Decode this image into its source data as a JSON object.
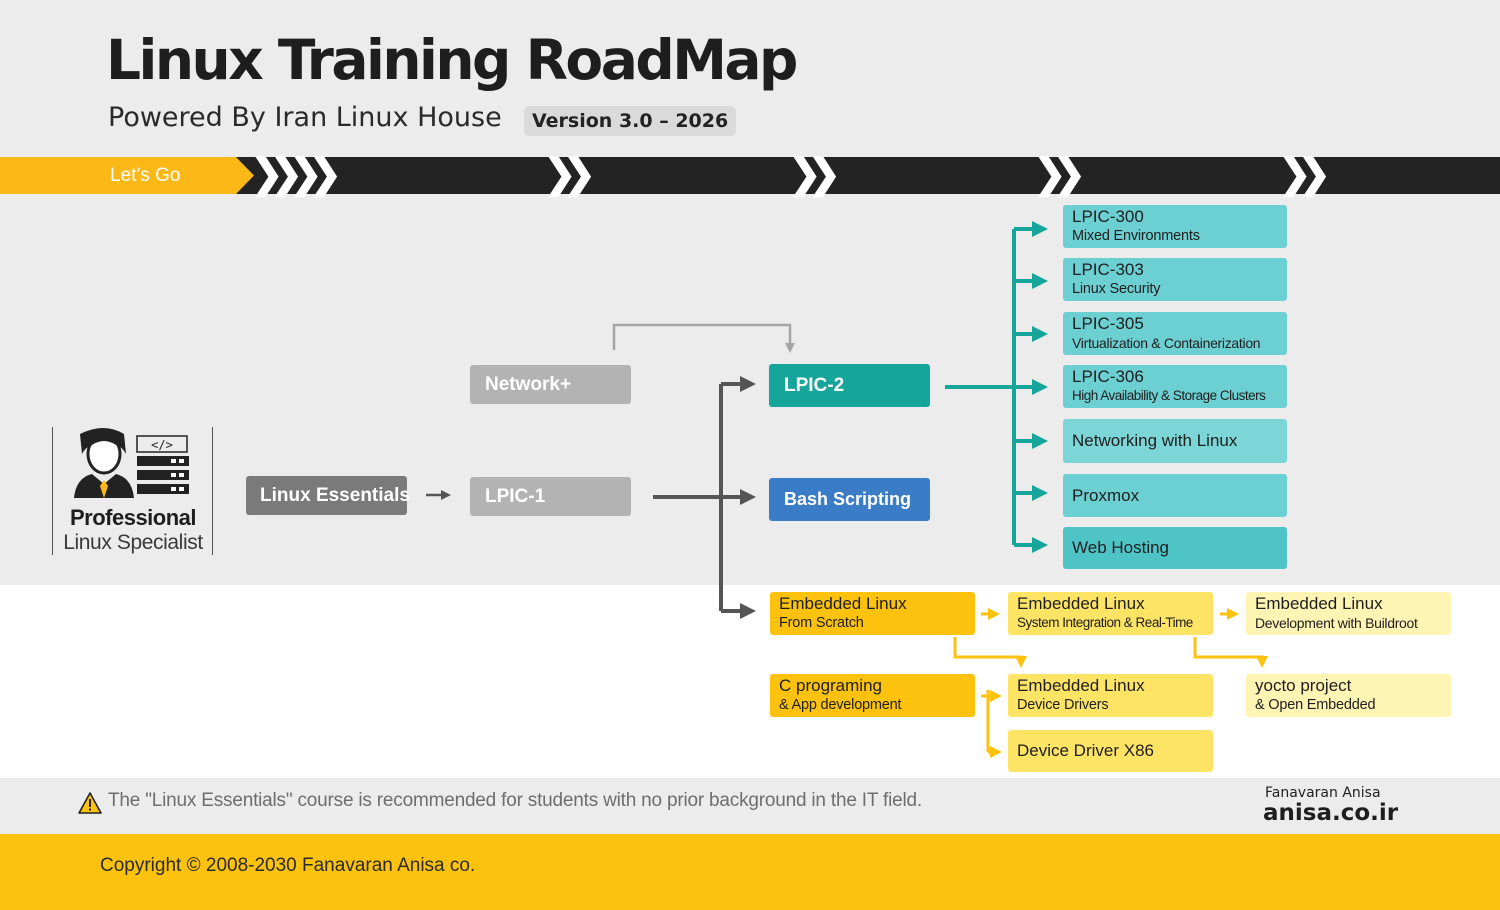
{
  "header": {
    "title": "Linux Training RoadMap",
    "subtitle": "Powered By Iran Linux House",
    "version": "Version 3.0 – 2026"
  },
  "banner": {
    "start_label": "Let’s Go",
    "arrow_icon": "chevron-right-icon"
  },
  "profile": {
    "icon": "professional-with-server-icon",
    "title": "Professional",
    "subtitle": "Linux Specialist"
  },
  "nodes": {
    "linux_essentials": "Linux Essentials",
    "network_plus": "Network+",
    "lpic1": "LPIC-1",
    "lpic2": "LPIC-2",
    "bash": "Bash Scripting",
    "lpic300": {
      "title": "LPIC-300",
      "sub": "Mixed Environments"
    },
    "lpic303": {
      "title": "LPIC-303",
      "sub": "Linux Security"
    },
    "lpic305": {
      "title": "LPIC-305",
      "sub": "Virtualization & Containerization"
    },
    "lpic306": {
      "title": "LPIC-306",
      "sub": "High Availability & Storage Clusters"
    },
    "networking": "Networking with Linux",
    "proxmox": "Proxmox",
    "webhosting": "Web Hosting",
    "emb_scratch": {
      "title": "Embedded Linux",
      "sub": "From Scratch"
    },
    "emb_integration": {
      "title": "Embedded Linux",
      "sub": "System Integration & Real-Time"
    },
    "emb_buildroot": {
      "title": "Embedded Linux",
      "sub": "Development with Buildroot"
    },
    "c_prog": {
      "title": "C programing",
      "sub": "& App development"
    },
    "emb_drivers": {
      "title": "Embedded Linux",
      "sub": "Device Drivers"
    },
    "yocto": {
      "title": "yocto project",
      "sub": "& Open Embedded"
    },
    "driver_x86": "Device Driver X86"
  },
  "colors": {
    "accent_yellow": "#fcc20e",
    "teal": "#15a59b",
    "cyan": "#6ccfd2",
    "blue": "#3b7cc7",
    "gray": "#b3b3b3",
    "dark": "#232323"
  },
  "footer": {
    "warning_icon": "warning-icon",
    "note": "The \"Linux Essentials\" course is recommended for students with no prior background in the IT field.",
    "company": "Fanavaran Anisa",
    "site": "anisa.co.ir",
    "copyright": "Copyright © 2008-2030 Fanavaran Anisa co."
  }
}
